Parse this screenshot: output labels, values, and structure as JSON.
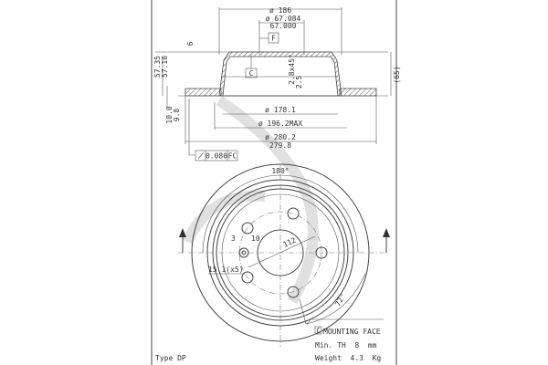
{
  "type_label": "Type DP",
  "watermark": "brembo",
  "section": {
    "dia_hat_outer": "ø 186",
    "dia_bore_max": "ø 67.084",
    "dia_bore_min": "67.000",
    "datum_f": "F",
    "datum_c": "C",
    "hat_thickness": "6",
    "chamfer": "2.8x45°",
    "chamfer_depth": "2.5",
    "height_ref": "(65)",
    "height_max": "57.35",
    "height_min": "57.10",
    "disc_thickness_max": "10.0",
    "disc_thickness_min": "9.8",
    "dia_inner": "ø 178.1",
    "dia_friction_max": "ø 196.2MAX",
    "dia_outer_max": "ø 280.2",
    "dia_outer_min": "279.8",
    "runout_tolerance": "0.080",
    "runout_datum": "FC"
  },
  "face": {
    "angle_180": "180°",
    "hole_small": "3",
    "hole_dia": "10",
    "pcd": "112",
    "bolt_holes": "15.1(x5)",
    "angle_72": "72°"
  },
  "notes": {
    "mounting_face_datum": "C",
    "mounting_face": "MOUNTING FACE",
    "min_th": "Min. TH  8  mm",
    "weight": "Weight  4.3  Kg"
  }
}
